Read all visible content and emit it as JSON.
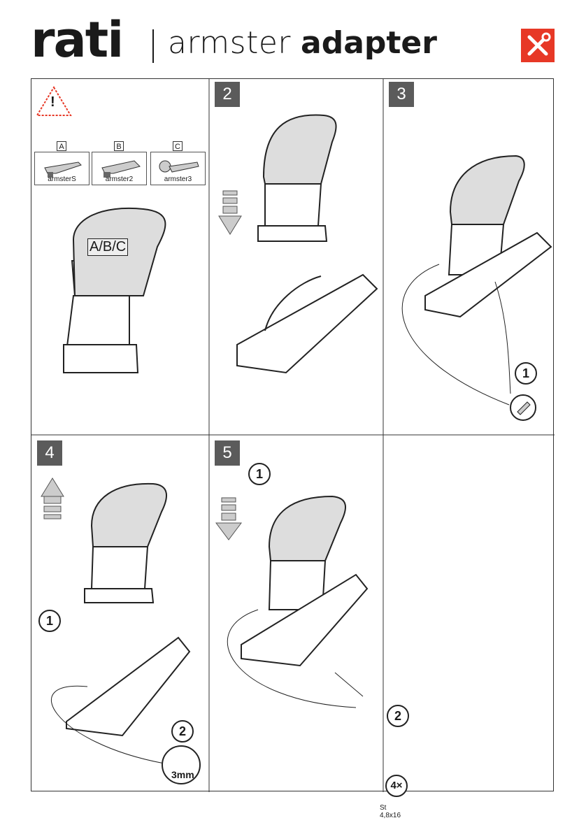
{
  "header": {
    "brand": "rati",
    "product_light": "armster",
    "product_bold": "adapter",
    "tools_icon": "tools-icon",
    "accent_color": "#e73826"
  },
  "panel1": {
    "warning_symbol": "!",
    "models": [
      {
        "letter": "A",
        "label": "armsterS"
      },
      {
        "letter": "B",
        "label": "armster2"
      },
      {
        "letter": "C",
        "label": "armster3"
      }
    ],
    "variant_label": "A/B/C"
  },
  "panel2": {
    "step": "2"
  },
  "panel3": {
    "step": "3",
    "callout": "1"
  },
  "panel4": {
    "step": "4",
    "callout1": "1",
    "callout2": "2",
    "drill_label": "3mm"
  },
  "panel5": {
    "step": "5",
    "callout1": "1",
    "callout2": "2",
    "qty": "4×",
    "screw_spec": "St 4,8x16"
  }
}
